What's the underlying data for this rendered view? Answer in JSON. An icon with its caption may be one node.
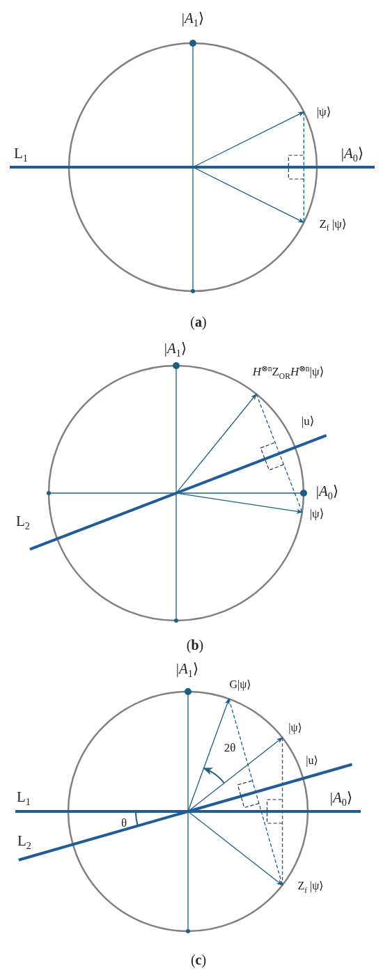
{
  "diagram": {
    "labels": [
      "|*A*$_{1}$⟩",
      "|ψ⟩",
      "L$_{1}$",
      "|*A*$_{0}$⟩",
      "Z$_{f}$ |ψ⟩",
      "(**a**)",
      "|*A*$_{1}$⟩",
      "*H*$^{⊗n}$Z$_{OR}$*H*$^{⊗n}$|ψ⟩",
      "|u⟩",
      "|*A*$_{0}$⟩",
      "L$_{2}$",
      "|ψ⟩",
      "(**b**)",
      "|*A*$_{1}$⟩",
      "G|ψ⟩",
      "|ψ⟩",
      "2θ",
      "|u⟩",
      "L$_{1}$",
      "|*A*$_{0}$⟩",
      "θ",
      "L$_{2}$",
      "Z$_{f}$ |ψ⟩",
      "(**c**)"
    ]
  }
}
